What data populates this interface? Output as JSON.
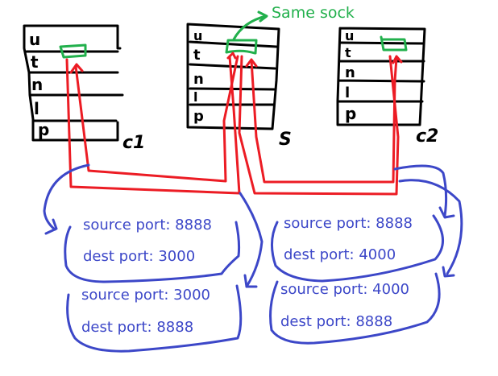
{
  "colors": {
    "stack_lines": "#000000",
    "connection_arrows": "#ec1c24",
    "socket_highlight": "#22b04c",
    "packet_bubbles": "#3c47c8"
  },
  "annotation": {
    "label": "Same sock"
  },
  "hosts": [
    {
      "id": "c1",
      "label": "C1",
      "label_display": "c1",
      "layers": [
        "u",
        "t",
        "n",
        "l",
        "p"
      ]
    },
    {
      "id": "s",
      "label": "S",
      "label_display": "S",
      "layers": [
        "u",
        "t",
        "n",
        "l",
        "p"
      ]
    },
    {
      "id": "c2",
      "label": "C2",
      "label_display": "c2",
      "layers": [
        "u",
        "t",
        "n",
        "l",
        "p"
      ]
    }
  ],
  "packets": [
    {
      "id": "c1-to-s",
      "source_port_label": "source port: 8888",
      "dest_port_label": "dest port: 3000",
      "source_port": 8888,
      "dest_port": 3000
    },
    {
      "id": "s-to-c1",
      "source_port_label": "source port: 3000",
      "dest_port_label": "dest port: 8888",
      "source_port": 3000,
      "dest_port": 8888
    },
    {
      "id": "c2-to-s",
      "source_port_label": "source port: 8888",
      "dest_port_label": "dest port: 4000",
      "source_port": 8888,
      "dest_port": 4000
    },
    {
      "id": "s-to-c2",
      "source_port_label": "source port: 4000",
      "dest_port_label": "dest port: 8888",
      "source_port": 4000,
      "dest_port": 8888
    }
  ]
}
